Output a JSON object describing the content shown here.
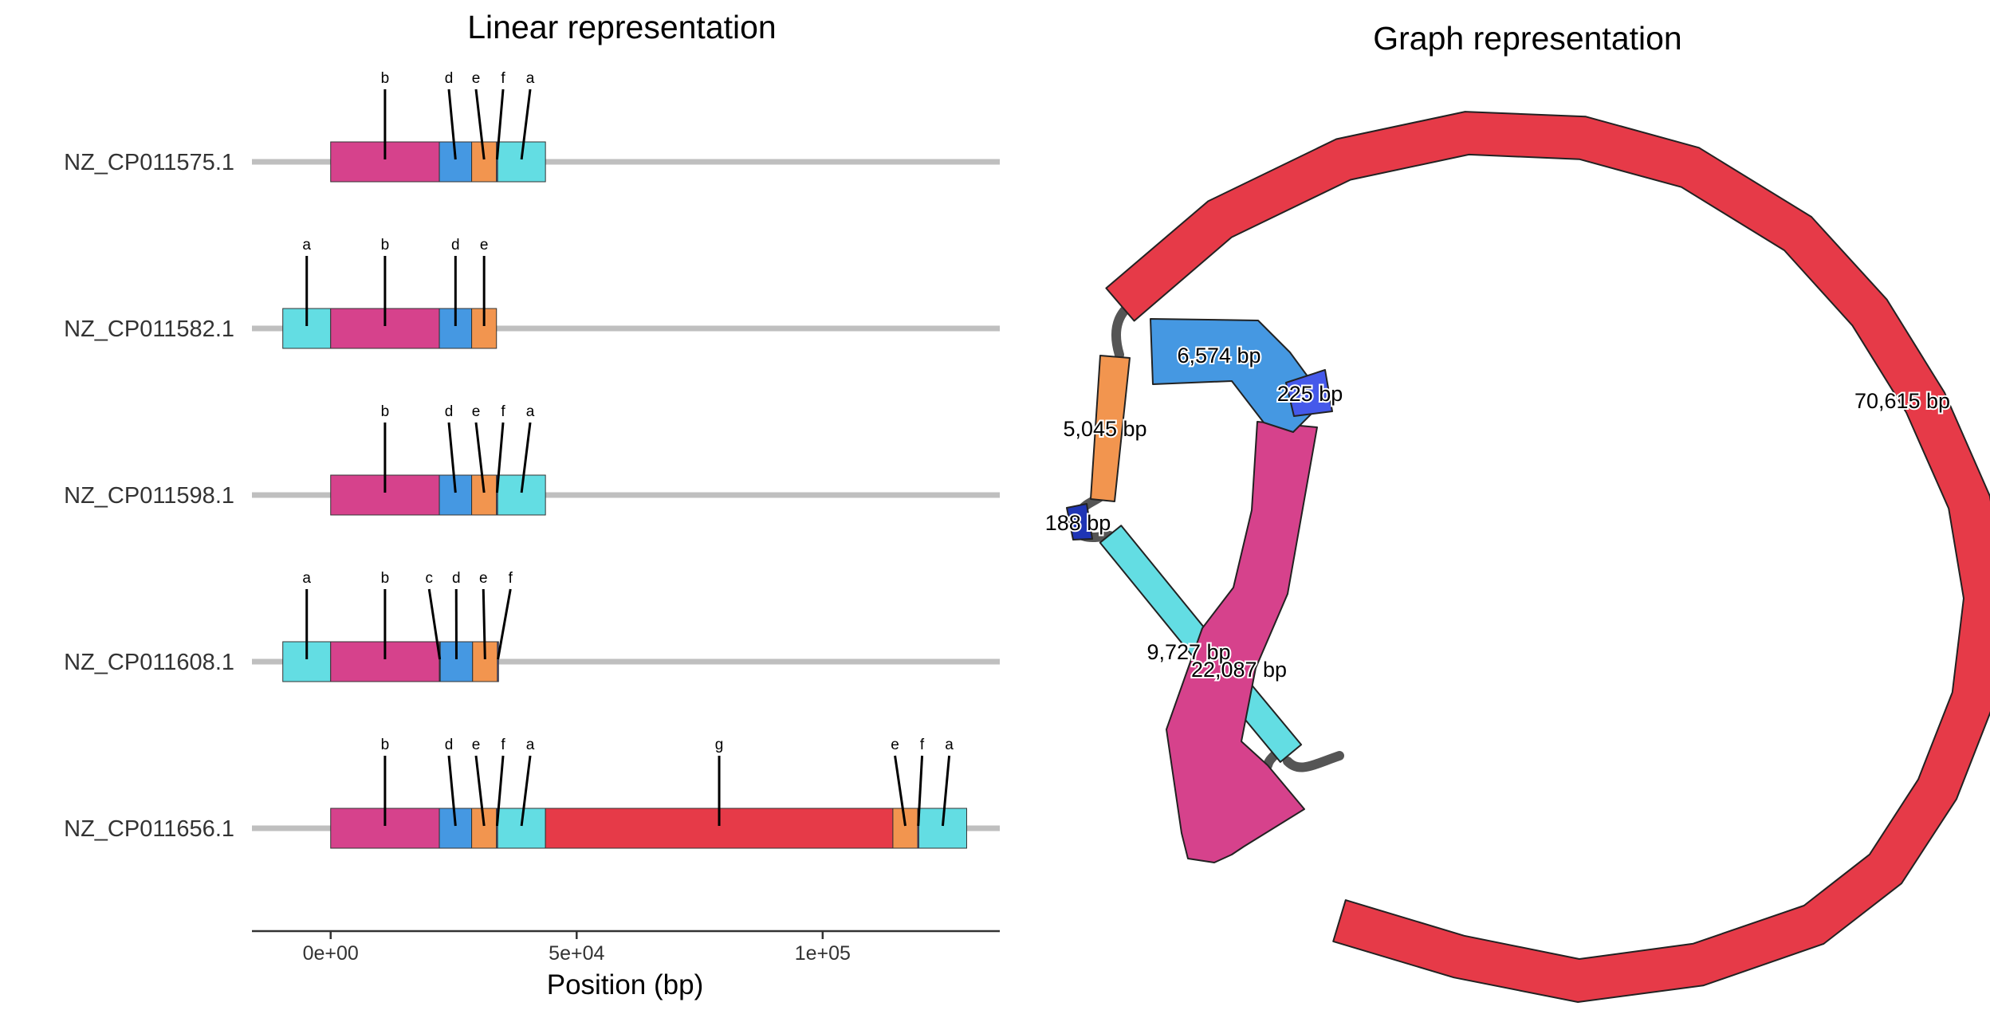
{
  "colors": {
    "a": "#63dde3",
    "b": "#d6428c",
    "c": "#1f35b5",
    "d": "#4598e2",
    "e": "#f2954f",
    "f": "#4559ea",
    "g": "#e63a48",
    "chromosome_line": "#bfbfbf",
    "link": "#555555"
  },
  "chart_data": [
    {
      "type": "gene-track",
      "title": "Linear representation",
      "xlabel": "Position (bp)",
      "ylabel": "",
      "xlim": [
        -16000,
        136000
      ],
      "xticks": [
        {
          "value": 0,
          "label": "0e+00"
        },
        {
          "value": 50000,
          "label": "5e+04"
        },
        {
          "value": 100000,
          "label": "1e+05"
        }
      ],
      "tracks": [
        {
          "name": "NZ_CP011575.1",
          "line": [
            -16000,
            136000
          ],
          "segments": [
            {
              "start": 0,
              "end": 22087,
              "label": "b"
            },
            {
              "start": 22087,
              "end": 28661,
              "label": "d"
            },
            {
              "start": 28661,
              "end": 33706,
              "label": "e"
            },
            {
              "start": 33706,
              "end": 33931,
              "label": "f"
            },
            {
              "start": 33931,
              "end": 43658,
              "label": "a"
            }
          ]
        },
        {
          "name": "NZ_CP011582.1",
          "line": [
            -16000,
            136000
          ],
          "segments": [
            {
              "start": -9727,
              "end": 0,
              "label": "a"
            },
            {
              "start": 0,
              "end": 22087,
              "label": "b"
            },
            {
              "start": 22087,
              "end": 28661,
              "label": "d"
            },
            {
              "start": 28661,
              "end": 33706,
              "label": "e"
            }
          ]
        },
        {
          "name": "NZ_CP011598.1",
          "line": [
            -16000,
            136000
          ],
          "segments": [
            {
              "start": 0,
              "end": 22087,
              "label": "b"
            },
            {
              "start": 22087,
              "end": 28661,
              "label": "d"
            },
            {
              "start": 28661,
              "end": 33706,
              "label": "e"
            },
            {
              "start": 33706,
              "end": 33931,
              "label": "f"
            },
            {
              "start": 33931,
              "end": 43658,
              "label": "a"
            }
          ]
        },
        {
          "name": "NZ_CP011608.1",
          "line": [
            -16000,
            136000
          ],
          "segments": [
            {
              "start": -9727,
              "end": 0,
              "label": "a"
            },
            {
              "start": 0,
              "end": 22087,
              "label": "b"
            },
            {
              "start": 22087,
              "end": 22275,
              "label": "c"
            },
            {
              "start": 22275,
              "end": 28849,
              "label": "d"
            },
            {
              "start": 28849,
              "end": 33894,
              "label": "e"
            },
            {
              "start": 33894,
              "end": 34119,
              "label": "f"
            }
          ]
        },
        {
          "name": "NZ_CP011656.1",
          "line": [
            -16000,
            136000
          ],
          "segments": [
            {
              "start": 0,
              "end": 22087,
              "label": "b"
            },
            {
              "start": 22087,
              "end": 28661,
              "label": "d"
            },
            {
              "start": 28661,
              "end": 33706,
              "label": "e"
            },
            {
              "start": 33706,
              "end": 33931,
              "label": "f"
            },
            {
              "start": 33931,
              "end": 43658,
              "label": "a"
            },
            {
              "start": 43658,
              "end": 114273,
              "label": "g"
            },
            {
              "start": 114273,
              "end": 119318,
              "label": "e"
            },
            {
              "start": 119318,
              "end": 119543,
              "label": "f"
            },
            {
              "start": 119543,
              "end": 129270,
              "label": "a"
            }
          ]
        }
      ]
    },
    {
      "type": "graph",
      "title": "Graph representation",
      "nodes": [
        {
          "id": "g",
          "length": 70615,
          "label": "70,615 bp"
        },
        {
          "id": "d",
          "length": 6574,
          "label": "6,574 bp"
        },
        {
          "id": "f",
          "length": 225,
          "label": "225 bp"
        },
        {
          "id": "e",
          "length": 5045,
          "label": "5,045 bp"
        },
        {
          "id": "c",
          "length": 188,
          "label": "188 bp"
        },
        {
          "id": "a",
          "length": 9727,
          "label": "9,727 bp"
        },
        {
          "id": "b",
          "length": 22087,
          "label": "22,087 bp"
        }
      ],
      "edges": [
        [
          "g",
          "e"
        ],
        [
          "e",
          "c"
        ],
        [
          "c",
          "a"
        ],
        [
          "a",
          "g"
        ],
        [
          "d",
          "f"
        ],
        [
          "f",
          "b"
        ],
        [
          "b",
          "a"
        ]
      ]
    }
  ]
}
